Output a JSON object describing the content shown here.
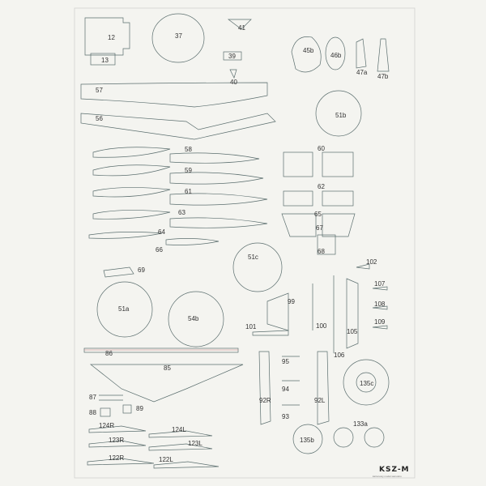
{
  "sheet": {
    "brand": "KSZ-M",
    "tagline": "kartonowy model samolotu",
    "labels": [
      "12",
      "13",
      "37",
      "41",
      "39",
      "40",
      "45b",
      "46b",
      "47a",
      "47b",
      "57",
      "56",
      "51b",
      "58",
      "60",
      "59",
      "61",
      "62",
      "63",
      "65",
      "64",
      "66",
      "67",
      "68",
      "51c",
      "69",
      "102",
      "107",
      "108",
      "109",
      "99",
      "105",
      "100",
      "101",
      "51a",
      "54b",
      "86",
      "106",
      "95",
      "85",
      "135c",
      "94",
      "92R",
      "92L",
      "93",
      "87",
      "88",
      "89",
      "124R",
      "124L",
      "123R",
      "123L",
      "133a",
      "135b",
      "122R",
      "122L"
    ]
  }
}
